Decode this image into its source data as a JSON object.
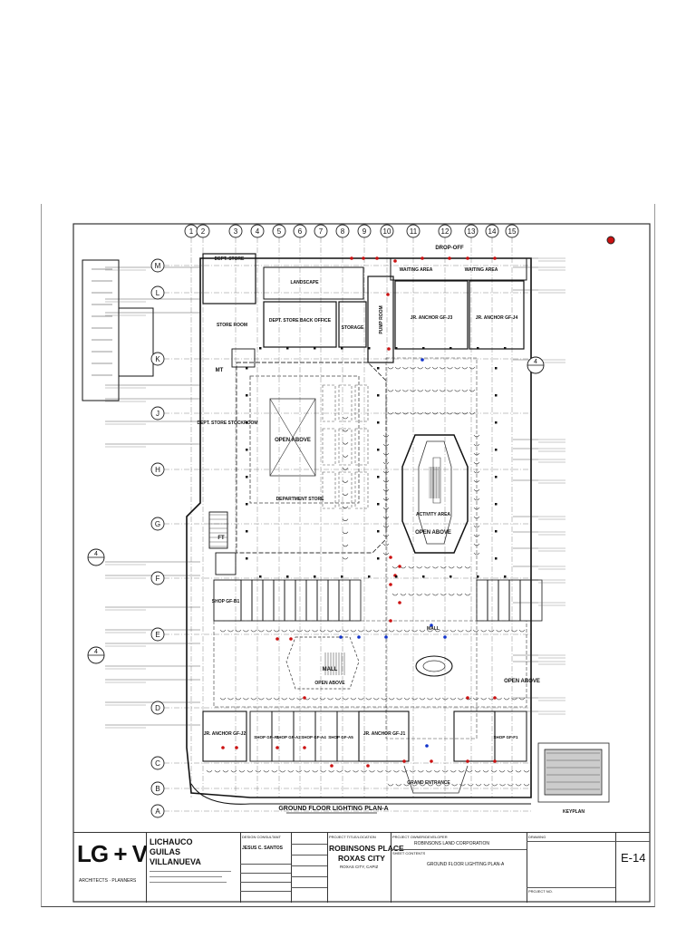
{
  "plan": {
    "grid_columns": [
      "1",
      "2",
      "3",
      "4",
      "5",
      "6",
      "7",
      "8",
      "9",
      "10",
      "11",
      "12",
      "13",
      "14",
      "15"
    ],
    "grid_rows": [
      "M",
      "L",
      "K",
      "J",
      "H",
      "G",
      "F",
      "E",
      "D",
      "C",
      "B",
      "A"
    ],
    "rooms": {
      "dept_store_top": "DEPT. STORE",
      "store_room": "STORE ROOM",
      "landscape": "LANDSCAPE",
      "dept_store_back_office": "DEPT. STORE BACK OFFICE",
      "storage": "STORAGE",
      "pump_room": "PUMP ROOM",
      "jr_anchor_gf_j3": "JR. ANCHOR GF-J3",
      "jr_anchor_gf_j4": "JR. ANCHOR GF-J4",
      "waiting_area_1": "WAITING AREA",
      "waiting_area_2": "WAITING AREA",
      "drop_off": "DROP-OFF",
      "dept_store_stockroom": "DEPT. STORE STOCKROOM",
      "open_above_1": "OPEN ABOVE",
      "department_store": "DEPARTMENT STORE",
      "activity_area": "ACTIVITY AREA",
      "open_above_2": "OPEN ABOVE",
      "mall_1": "MALL",
      "mall_2": "MALL",
      "open_above_3": "OPEN ABOVE",
      "open_above_4": "OPEN ABOVE",
      "jr_anchor_gf_j2": "JR. ANCHOR GF-J2",
      "jr_anchor_gf_j1": "JR. ANCHOR GF-J1",
      "shop_b1": "SHOP GF-B1",
      "shop_a1": "SHOP GF-A1",
      "shop_a2": "SHOP GF-A2",
      "shop_a4": "SHOP GF-A4",
      "shop_a5": "SHOP GF-A5",
      "shop_f1": "SHOP GF-F1",
      "grand_entrance": "GRAND ENTRANCE",
      "mt": "MT",
      "ft": "FT",
      "keyplan": "KEYPLAN"
    },
    "plan_title": "GROUND FLOOR LIGHTING PLAN-A",
    "section_marker": "4"
  },
  "title_block": {
    "logo": "LG + V",
    "logo_sub": "ARCHITECTS · PLANNERS",
    "firm_line1": "LICHAUCO",
    "firm_line2": "GUILAS",
    "firm_line3": "VILLANUEVA",
    "design_consultant_label": "DESIGN CONSULTANT",
    "engineer_name": "JESUS C. SANTOS",
    "project_label": "PROJECT TITLE/LOCATION",
    "project_name_1": "ROBINSONS PLACE",
    "project_name_2": "ROXAS CITY",
    "project_location": "ROXAS CITY, CAPIZ",
    "owner_label": "PROJECT OWNER/DEVELOPER",
    "owner_name": "ROBINSONS LAND CORPORATION",
    "sheet_contents_label": "SHEET CONTENTS",
    "sheet_contents": "GROUND FLOOR LIGHTING PLAN-A",
    "drawing_label": "DRAWING",
    "project_no_label": "PROJECT NO.",
    "sheet_no": "E-14"
  },
  "colors": {
    "line": "#222222",
    "red_fixture": "#cc1111",
    "blue_fixture": "#1133cc"
  }
}
